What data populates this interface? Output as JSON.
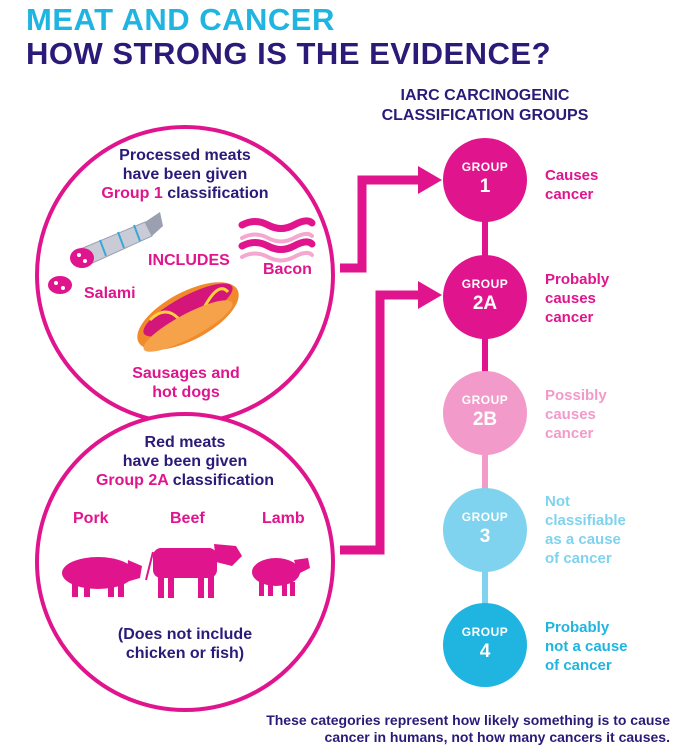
{
  "title": {
    "line1": "MEAT AND CANCER",
    "line2": "HOW STRONG IS THE EVIDENCE?"
  },
  "iarc_heading": {
    "line1": "IARC CARCINOGENIC",
    "line2": "CLASSIFICATION GROUPS"
  },
  "processed": {
    "line1": "Processed meats",
    "line2": "have been given",
    "group_word": "Group 1",
    "classification_word": "classification",
    "includes": "INCLUDES",
    "salami": "Salami",
    "bacon": "Bacon",
    "sausages_line1": "Sausages and",
    "sausages_line2": "hot dogs"
  },
  "red": {
    "line1": "Red meats",
    "line2": "have been given",
    "group_word": "Group 2A",
    "classification_word": "classification",
    "pork": "Pork",
    "beef": "Beef",
    "lamb": "Lamb",
    "note_line1": "(Does not include",
    "note_line2": "chicken or fish)"
  },
  "groups": [
    {
      "small": "GROUP",
      "big": "1",
      "desc": [
        "Causes",
        "cancer"
      ],
      "color": "#e0158e"
    },
    {
      "small": "GROUP",
      "big": "2A",
      "desc": [
        "Probably",
        "causes",
        "cancer"
      ],
      "color": "#e0158e"
    },
    {
      "small": "GROUP",
      "big": "2B",
      "desc": [
        "Possibly",
        "causes",
        "cancer"
      ],
      "color": "#f29ac9"
    },
    {
      "small": "GROUP",
      "big": "3",
      "desc": [
        "Not",
        "classifiable",
        "as a cause",
        "of cancer"
      ],
      "color": "#7fd3ef"
    },
    {
      "small": "GROUP",
      "big": "4",
      "desc": [
        "Probably",
        "not a cause",
        "of cancer"
      ],
      "color": "#1fb5e0"
    }
  ],
  "footnote": {
    "line1": "These categories represent how likely something is to cause",
    "line2": "cancer in humans, not how many cancers it causes."
  },
  "colors": {
    "magenta": "#e0158e",
    "navy": "#2b1a78",
    "cyan": "#1fb5e0",
    "lightpink": "#f29ac9",
    "lightblue": "#7fd3ef"
  }
}
